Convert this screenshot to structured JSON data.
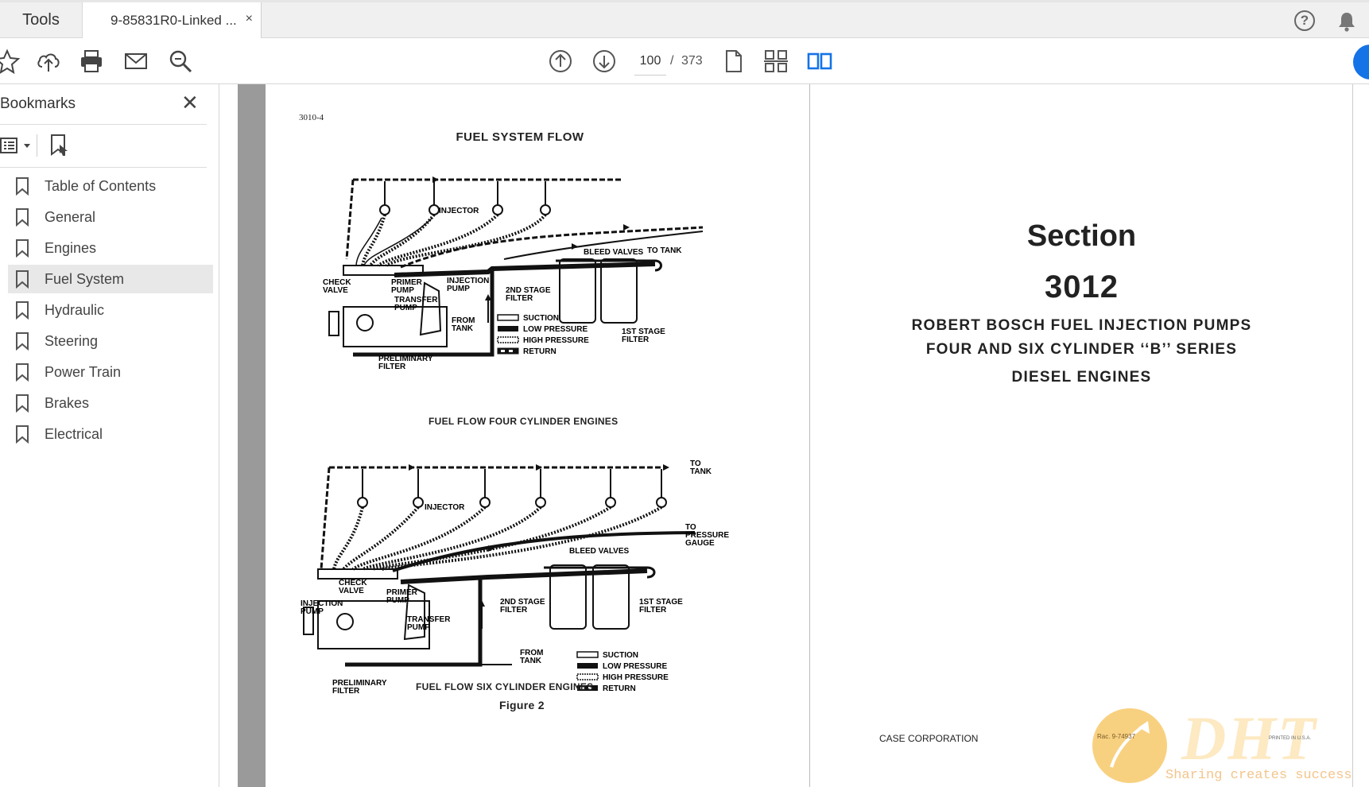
{
  "tabs": {
    "tools_label": "Tools",
    "document_label": "9-85831R0-Linked ...",
    "close_glyph": "×"
  },
  "toolbar": {
    "current_page": "100",
    "separator": "/",
    "total_pages": "373",
    "icons": [
      "star-icon",
      "upload-icon",
      "print-icon",
      "mail-icon",
      "zoom-icon",
      "page-up-icon",
      "page-down-icon",
      "single-page-icon",
      "page-thumbnails-icon",
      "two-page-view-icon"
    ]
  },
  "header_icons": {
    "help_glyph": "?"
  },
  "sidebar": {
    "title": "Bookmarks",
    "close_glyph": "✕",
    "items": [
      {
        "label": "Table of Contents"
      },
      {
        "label": "General"
      },
      {
        "label": "Engines"
      },
      {
        "label": "Fuel System"
      },
      {
        "label": "Hydraulic"
      },
      {
        "label": "Steering"
      },
      {
        "label": "Power Train"
      },
      {
        "label": "Brakes"
      },
      {
        "label": "Electrical"
      }
    ],
    "selected_index": 3
  },
  "left_page": {
    "page_code": "3010-4",
    "title": "FUEL SYSTEM FLOW",
    "caption_four": "FUEL FLOW FOUR CYLINDER ENGINES",
    "caption_six": "FUEL FLOW SIX CYLINDER ENGINES",
    "figure_label": "Figure 2",
    "diagram_four_labels": {
      "injector": "INJECTOR",
      "bleed_valves": "BLEED VALVES",
      "to_tank": "TO TANK",
      "check_valve_1": "CHECK",
      "check_valve_2": "VALVE",
      "primer_pump_1": "PRIMER",
      "primer_pump_2": "PUMP",
      "injection_pump_1": "INJECTION",
      "injection_pump_2": "PUMP",
      "transfer_pump_1": "TRANSFER",
      "transfer_pump_2": "PUMP",
      "second_stage_1": "2ND STAGE",
      "second_stage_2": "FILTER",
      "from_tank_1": "FROM",
      "from_tank_2": "TANK",
      "first_stage_1": "1ST STAGE",
      "first_stage_2": "FILTER",
      "prelim_1": "PRELIMINARY",
      "prelim_2": "FILTER"
    },
    "diagram_six_labels": {
      "injector": "INJECTOR",
      "to_tank_1": "TO",
      "to_tank_2": "TANK",
      "to_gauge_1": "TO",
      "to_gauge_2": "PRESSURE",
      "to_gauge_3": "GAUGE",
      "bleed_valves": "BLEED VALVES",
      "check_valve_1": "CHECK",
      "check_valve_2": "VALVE",
      "injection_pump_1": "INJECTION",
      "injection_pump_2": "PUMP",
      "primer_pump_1": "PRIMER",
      "primer_pump_2": "PUMP",
      "transfer_pump_1": "TRANSFER",
      "transfer_pump_2": "PUMP",
      "second_stage_1": "2ND STAGE",
      "second_stage_2": "FILTER",
      "first_stage_1": "1ST STAGE",
      "first_stage_2": "FILTER",
      "from_tank_1": "FROM",
      "from_tank_2": "TANK",
      "prelim_1": "PRELIMINARY",
      "prelim_2": "FILTER"
    },
    "legend": [
      "SUCTION",
      "LOW PRESSURE",
      "HIGH PRESSURE",
      "RETURN"
    ]
  },
  "right_page": {
    "section_word": "Section",
    "section_number": "3012",
    "line1": "ROBERT BOSCH FUEL INJECTION PUMPS",
    "line2": "FOUR AND SIX CYLINDER ‘‘B’’ SERIES",
    "line3": "DIESEL ENGINES",
    "footer": "CASE CORPORATION"
  },
  "watermark": {
    "logo_text": "DHT",
    "slogan": "Sharing creates success",
    "rac": "Rac. 9-74937",
    "printed": "PRINTED IN U.S.A."
  }
}
